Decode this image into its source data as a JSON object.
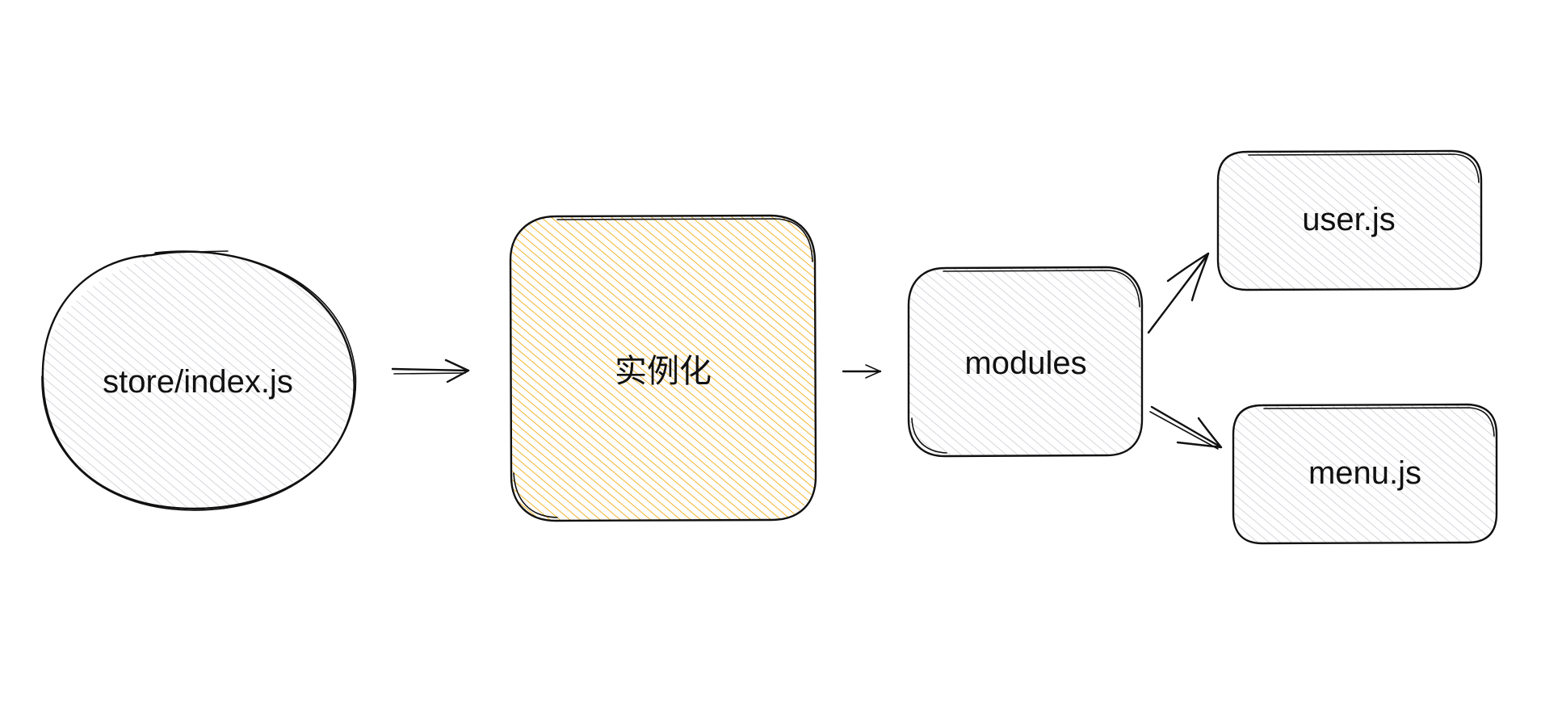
{
  "diagram": {
    "nodes": {
      "store": {
        "label": "store/index.js",
        "shape": "ellipse",
        "fill": "#c9cdd3"
      },
      "instantiate": {
        "label": "实例化",
        "shape": "rounded-rect",
        "fill": "#f2b52e"
      },
      "modules": {
        "label": "modules",
        "shape": "rounded-rect",
        "fill": "#c9cdd3"
      },
      "user": {
        "label": "user.js",
        "shape": "rounded-rect",
        "fill": "#c9cdd3"
      },
      "menu": {
        "label": "menu.js",
        "shape": "rounded-rect",
        "fill": "#c9cdd3"
      }
    },
    "edges": [
      {
        "from": "store",
        "to": "instantiate"
      },
      {
        "from": "instantiate",
        "to": "modules"
      },
      {
        "from": "modules",
        "to": "user"
      },
      {
        "from": "modules",
        "to": "menu"
      }
    ],
    "colors": {
      "stroke": "#111111",
      "hatch_gray": "#c9cdd3",
      "hatch_orange": "#f2b52e",
      "background": "#ffffff"
    }
  }
}
